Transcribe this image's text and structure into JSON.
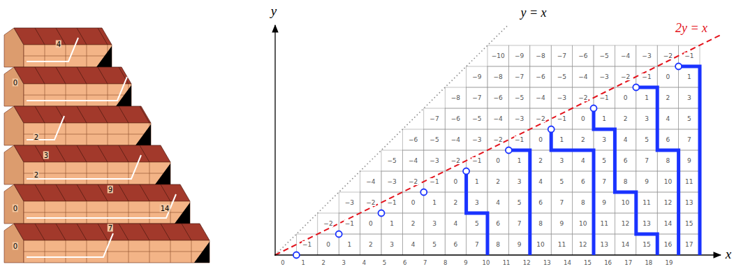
{
  "diagram": {
    "labels": [
      "4",
      "0",
      "2",
      "3",
      "2",
      "9",
      "0",
      "14",
      "7",
      "0",
      "y",
      "x",
      "y = x",
      "2y = x",
      "−10",
      "−9",
      "−8",
      "−7",
      "−6",
      "−5",
      "−4",
      "−3",
      "−2",
      "−1",
      "−9",
      "−8",
      "−7",
      "−6",
      "−5",
      "−4",
      "−3",
      "−2",
      "−1",
      "0",
      "1",
      "−8",
      "−7",
      "−6",
      "−5",
      "−4",
      "−3",
      "−2",
      "−1",
      "0",
      "1",
      "2",
      "3",
      "−7",
      "−6",
      "−5",
      "−4",
      "−3",
      "−2",
      "−1",
      "0",
      "1",
      "2",
      "3",
      "4",
      "5",
      "−6",
      "−5",
      "−4",
      "−3",
      "−2",
      "−1",
      "0",
      "1",
      "2",
      "3",
      "4",
      "5",
      "6",
      "7",
      "−5",
      "−4",
      "−3",
      "−2",
      "−1",
      "0",
      "1",
      "2",
      "3",
      "4",
      "5",
      "6",
      "7",
      "8",
      "9",
      "−4",
      "−3",
      "−2",
      "−1",
      "0",
      "1",
      "2",
      "3",
      "4",
      "5",
      "6",
      "7",
      "8",
      "9",
      "10",
      "11",
      "−3",
      "−2",
      "−1",
      "0",
      "1",
      "2",
      "3",
      "4",
      "5",
      "6",
      "7",
      "8",
      "9",
      "10",
      "11",
      "12",
      "13",
      "−2",
      "−1",
      "0",
      "1",
      "2",
      "3",
      "4",
      "5",
      "6",
      "7",
      "8",
      "9",
      "10",
      "11",
      "12",
      "13",
      "14",
      "15",
      "−1",
      "0",
      "1",
      "2",
      "3",
      "4",
      "5",
      "6",
      "7",
      "8",
      "9",
      "10",
      "11",
      "12",
      "13",
      "14",
      "15",
      "16",
      "17",
      "0",
      "1",
      "2",
      "3",
      "4",
      "5",
      "6",
      "7",
      "8",
      "9",
      "10",
      "11",
      "12",
      "13",
      "14",
      "15",
      "16",
      "17",
      "18",
      "19"
    ]
  }
}
